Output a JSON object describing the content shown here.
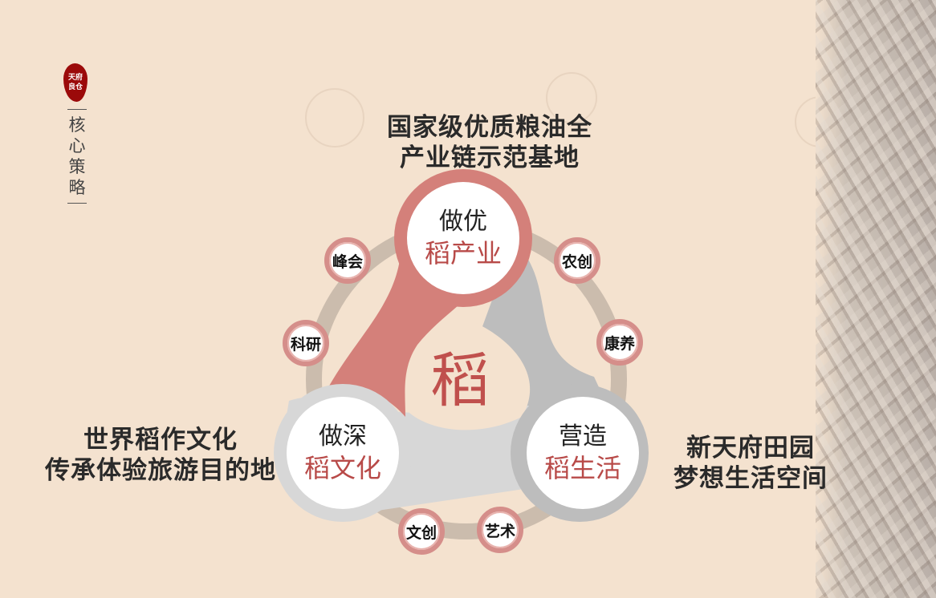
{
  "brand": {
    "seal_line1": "天府",
    "seal_line2": "良仓",
    "seal_color": "#9b0a0a"
  },
  "section_title": "核心策略",
  "headlines": {
    "top": {
      "line1": "国家级优质粮油全",
      "line2": "产业链示范基地"
    },
    "left": {
      "line1": "世界稻作文化",
      "line2": "传承体验旅游目的地"
    },
    "right": {
      "line1": "新天府田园",
      "line2": "梦想生活空间"
    }
  },
  "diagram": {
    "center": "稻",
    "hubs": [
      {
        "top": "做优",
        "bottom": "稻产业",
        "color": "#d4807a"
      },
      {
        "top": "做深",
        "bottom": "稻文化",
        "color": "#d7d7d7"
      },
      {
        "top": "营造",
        "bottom": "稻生活",
        "color": "#bdbdbd"
      }
    ],
    "nodes": [
      "峰会",
      "科研",
      "农创",
      "康养",
      "文创",
      "艺术"
    ]
  },
  "colors": {
    "background": "#f4e2cf",
    "accent_red": "#c0504d",
    "ring": "#cbbcad"
  }
}
